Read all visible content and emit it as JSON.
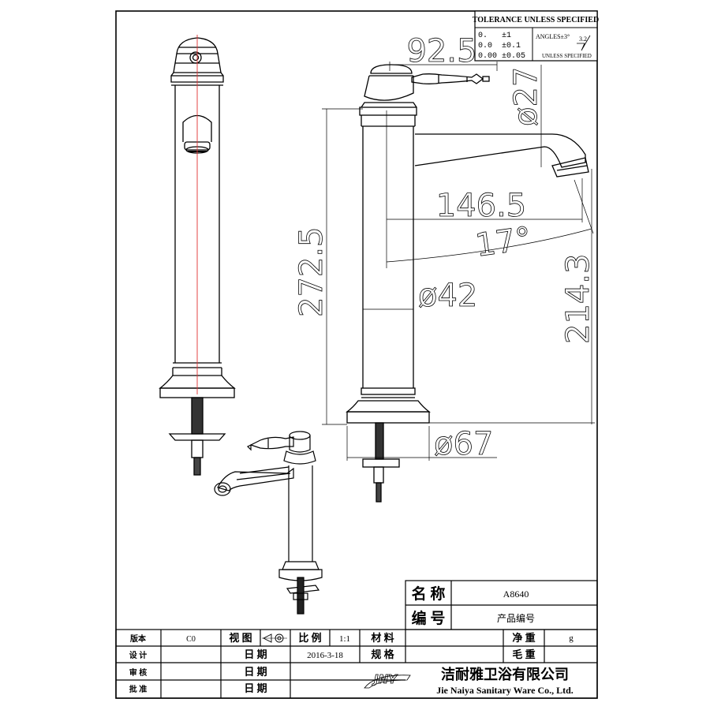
{
  "tolerance": {
    "title": "TOLERANCE UNLESS SPECIFIED",
    "rows": [
      {
        "prec": "0.",
        "tol": "±1"
      },
      {
        "prec": "0.0",
        "tol": "±0.1"
      },
      {
        "prec": "0.00",
        "tol": "±0.05"
      }
    ],
    "angles": "ANGLES±3°",
    "roughness": "3.2",
    "unless": "UNLESS SPECIFIED"
  },
  "dimensions": {
    "handle_offset": "92.5",
    "spout_dia": "ø27",
    "spout_reach": "146.5",
    "spout_angle": "17°",
    "total_height": "272.5",
    "spout_height": "214.3",
    "body_dia": "ø42",
    "base_dia": "ø67"
  },
  "title_block": {
    "name_label": "名 称",
    "name_value": "A8640",
    "code_label": "编 号",
    "code_value": "产品编号",
    "version_label": "版本",
    "version_value": "C0",
    "view_label": "视 图",
    "scale_label": "比 例",
    "scale_value": "1:1",
    "material_label": "材 料",
    "net_weight_label": "净 重",
    "net_weight_value": "g",
    "design_label": "设 计",
    "date_label_1": "日 期",
    "date_value": "2016-3-18",
    "spec_label": "规 格",
    "gross_weight_label": "毛 重",
    "review_label": "审 核",
    "date_label_2": "日 期",
    "approve_label": "批 准",
    "date_label_3": "日 期",
    "company_cn": "洁耐雅卫浴有限公司",
    "company_en": "Jie Naiya Sanitary Ware Co., Ltd.",
    "logo_text": "JNY"
  },
  "colors": {
    "line": "#000000",
    "center_line": "#e03030"
  }
}
